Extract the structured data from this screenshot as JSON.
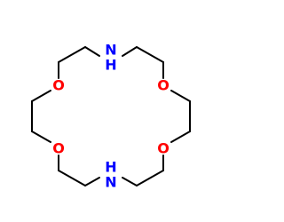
{
  "molecule": {
    "atoms": {
      "n_top": {
        "label": "N",
        "sub_label": "H",
        "color": "#0000ff"
      },
      "n_bottom": {
        "label": "N",
        "sub_label": "H",
        "color": "#0000ff"
      },
      "o_left_upper": {
        "label": "O",
        "color": "#ff0000"
      },
      "o_left_lower": {
        "label": "O",
        "color": "#ff0000"
      },
      "o_right_upper": {
        "label": "O",
        "color": "#ff0000"
      },
      "o_right_lower": {
        "label": "O",
        "color": "#ff0000"
      }
    },
    "bond_color": "#000000",
    "background": "#ffffff"
  }
}
